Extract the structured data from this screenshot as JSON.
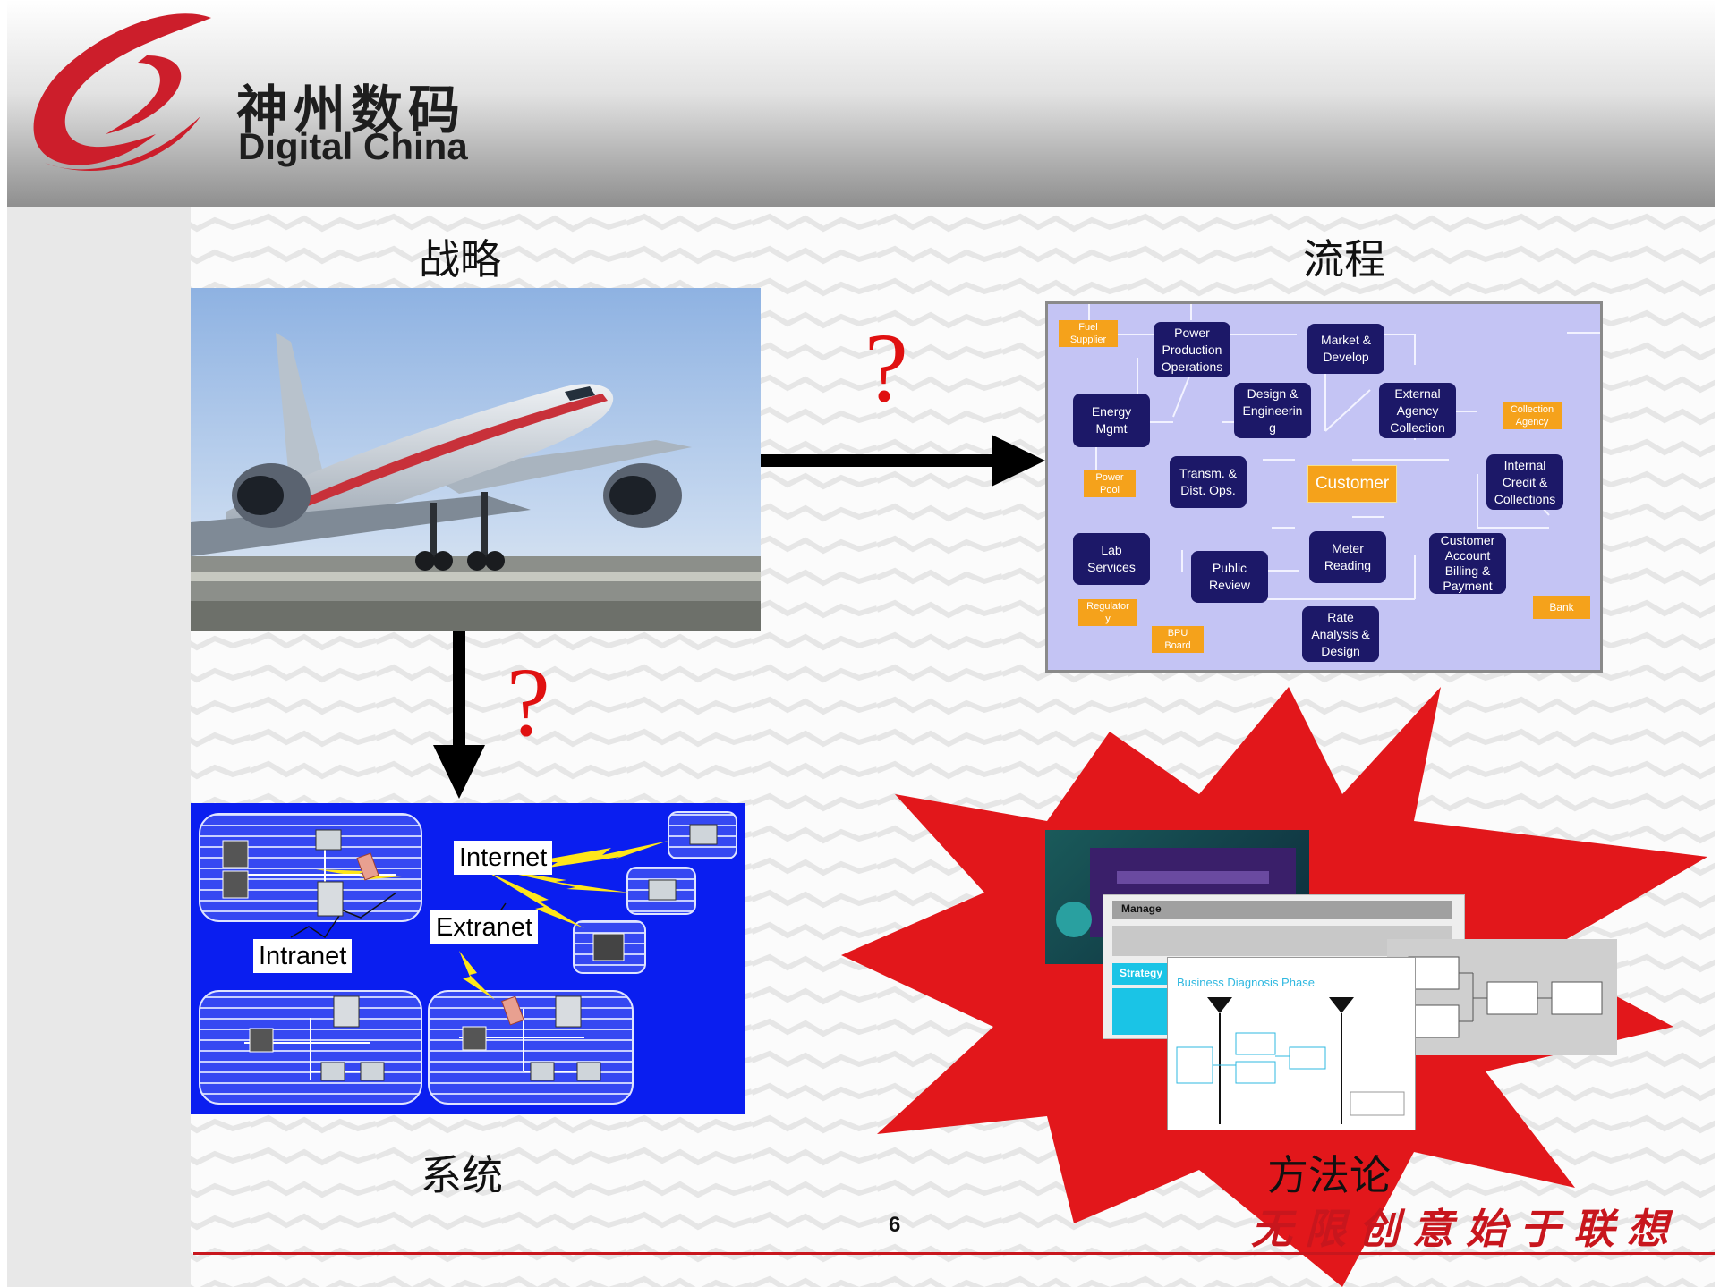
{
  "header": {
    "logo_cn": "神州数码",
    "logo_en": "Digital China"
  },
  "quadrants": {
    "strategy": "战略",
    "process": "流程",
    "system": "系统",
    "methodology": "方法论"
  },
  "question_mark": "?",
  "process_map": {
    "nodes": {
      "power_prod": [
        "Power",
        "Production",
        "Operations"
      ],
      "market": [
        "Market &",
        "Develop"
      ],
      "energy": [
        "Energy",
        "Mgmt"
      ],
      "design": [
        "Design &",
        "Engineerin",
        "g"
      ],
      "external": [
        "External",
        "Agency",
        "Collection"
      ],
      "transm": [
        "Transm. &",
        "Dist. Ops."
      ],
      "customer": [
        "Customer"
      ],
      "internal": [
        "Internal",
        "Credit &",
        "Collections"
      ],
      "lab": [
        "Lab",
        "Services"
      ],
      "public": [
        "Public",
        "Review"
      ],
      "meter": [
        "Meter",
        "Reading"
      ],
      "cab": [
        "Customer",
        "Account",
        "Billing &",
        "Payment"
      ],
      "rate": [
        "Rate",
        "Analysis &",
        "Design"
      ]
    },
    "externals": {
      "fuel": [
        "Fuel",
        "Supplier"
      ],
      "pool": [
        "Power",
        "Pool"
      ],
      "collection": [
        "Collection",
        "Agency"
      ],
      "regulator": [
        "Regulator",
        "y"
      ],
      "bpu": [
        "BPU",
        "Board"
      ],
      "bank": [
        "Bank"
      ]
    }
  },
  "network": {
    "internet": "Internet",
    "extranet": "Extranet",
    "intranet": "Intranet"
  },
  "method_docs": {
    "doc2_heading": "Manage",
    "doc2_side": "Strategy",
    "doc3_title": "Business Diagnosis Phase"
  },
  "footer": {
    "page_number": "6",
    "slogan": "无限创意始于联想"
  },
  "colors": {
    "brand_red": "#cc1e2b",
    "node_navy": "#1c1868",
    "node_orange": "#f5a21b",
    "process_bg": "#c4c4f4",
    "network_blue": "#0a1ef0",
    "burst_red": "#e2171b"
  }
}
